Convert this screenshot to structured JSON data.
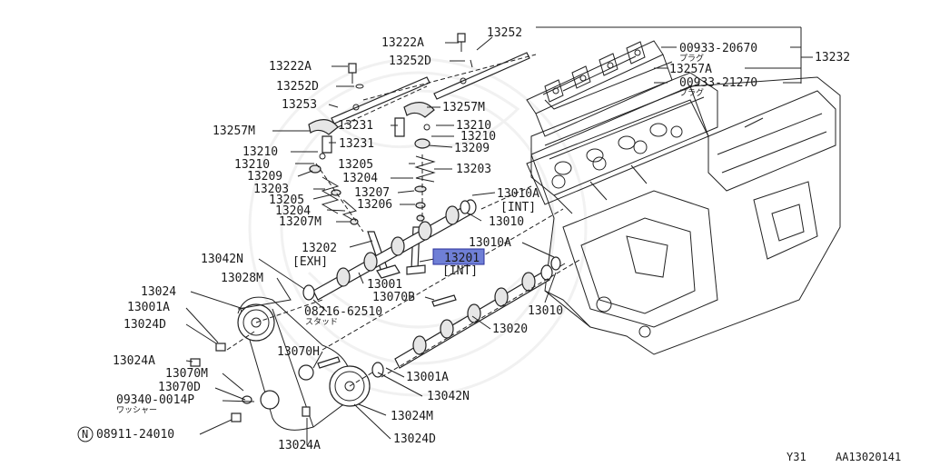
{
  "diagram": {
    "labels": {
      "p13252": "13252",
      "p13222A_top": "13222A",
      "p13252D_top": "13252D",
      "p00933_20670": "00933-20670",
      "p00933_20670_kana": "プラグ",
      "p13232": "13232",
      "p13222A_left": "13222A",
      "p13257A": "13257A",
      "p13252D_left": "13252D",
      "p00933_21270": "00933-21270",
      "p00933_21270_kana": "プラグ",
      "p13253": "13253",
      "p13257M_top": "13257M",
      "p13210_a": "13210",
      "p13210_b": "13210",
      "p13257M_left": "13257M",
      "p13231_a": "13231",
      "p13231_b": "13231",
      "p13209_right": "13209",
      "p13210_c": "13210",
      "p13210_d": "13210",
      "p13205_top": "13205",
      "p13203_right": "13203",
      "p13209_left": "13209",
      "p13204_mid": "13204",
      "p13203_left": "13203",
      "p13207_mid": "13207",
      "p13010A_top": "13010A",
      "p13205_left": "13205",
      "p13206": "13206",
      "p13010A_int": "[INT]",
      "p13204_left": "13204",
      "p13010_top": "13010",
      "p13207M": "13207M",
      "p13010A_mid": "13010A",
      "p13202": "13202",
      "p13202_exh": "[EXH]",
      "p13201": "13201",
      "p13201_int": "[INT]",
      "p13042N_top": "13042N",
      "p13028M": "13028M",
      "p13001": "13001",
      "p13024": "13024",
      "p13070B": "13070B",
      "p13010_mid": "13010",
      "p13001A_left": "13001A",
      "p08216_62510": "08216-62510",
      "p08216_kana": "スタッド",
      "p13024D_left": "13024D",
      "p13020": "13020",
      "p13070H": "13070H",
      "p13024A_left": "13024A",
      "p13070M": "13070M",
      "p13001A_bottom": "13001A",
      "p13070D": "13070D",
      "p09340_0014P": "09340-0014P",
      "p09340_kana": "ワッシャー",
      "p13042N_bottom": "13042N",
      "p13024M": "13024M",
      "p08911_24010": "08911-24010",
      "p08911_prefix": "N",
      "p13024A_bottom": "13024A",
      "p13024D_bottom": "13024D"
    },
    "highlight_part": "13201",
    "highlight_color": "#6f7fd6"
  },
  "footer": {
    "model_code": "Y31",
    "figure_code": "AA13020141"
  }
}
